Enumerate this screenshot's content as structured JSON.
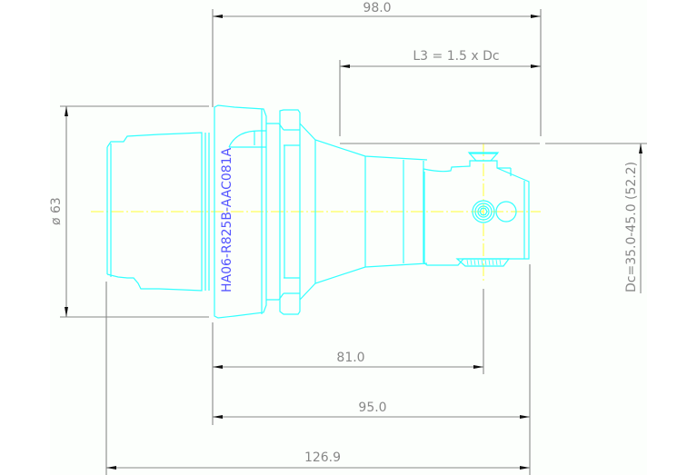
{
  "drawing": {
    "part_number": "HA06-R825B-AAC081A",
    "colors": {
      "part_outline": "#33ffff",
      "dimension_lines": "#888888",
      "centerline": "#ffff33",
      "part_label": "#5555ff",
      "background": "#fcfffc"
    },
    "dimensions": {
      "overall_top": "98.0",
      "l3": "L3 = 1.5 x Dc",
      "diameter_flange": "ø 63",
      "cutting_diameter": "Dc=35.0-45.0 (52.2)",
      "gauge_to_center": "81.0",
      "gauge_to_tip": "95.0",
      "overall_length": "126.9"
    }
  }
}
